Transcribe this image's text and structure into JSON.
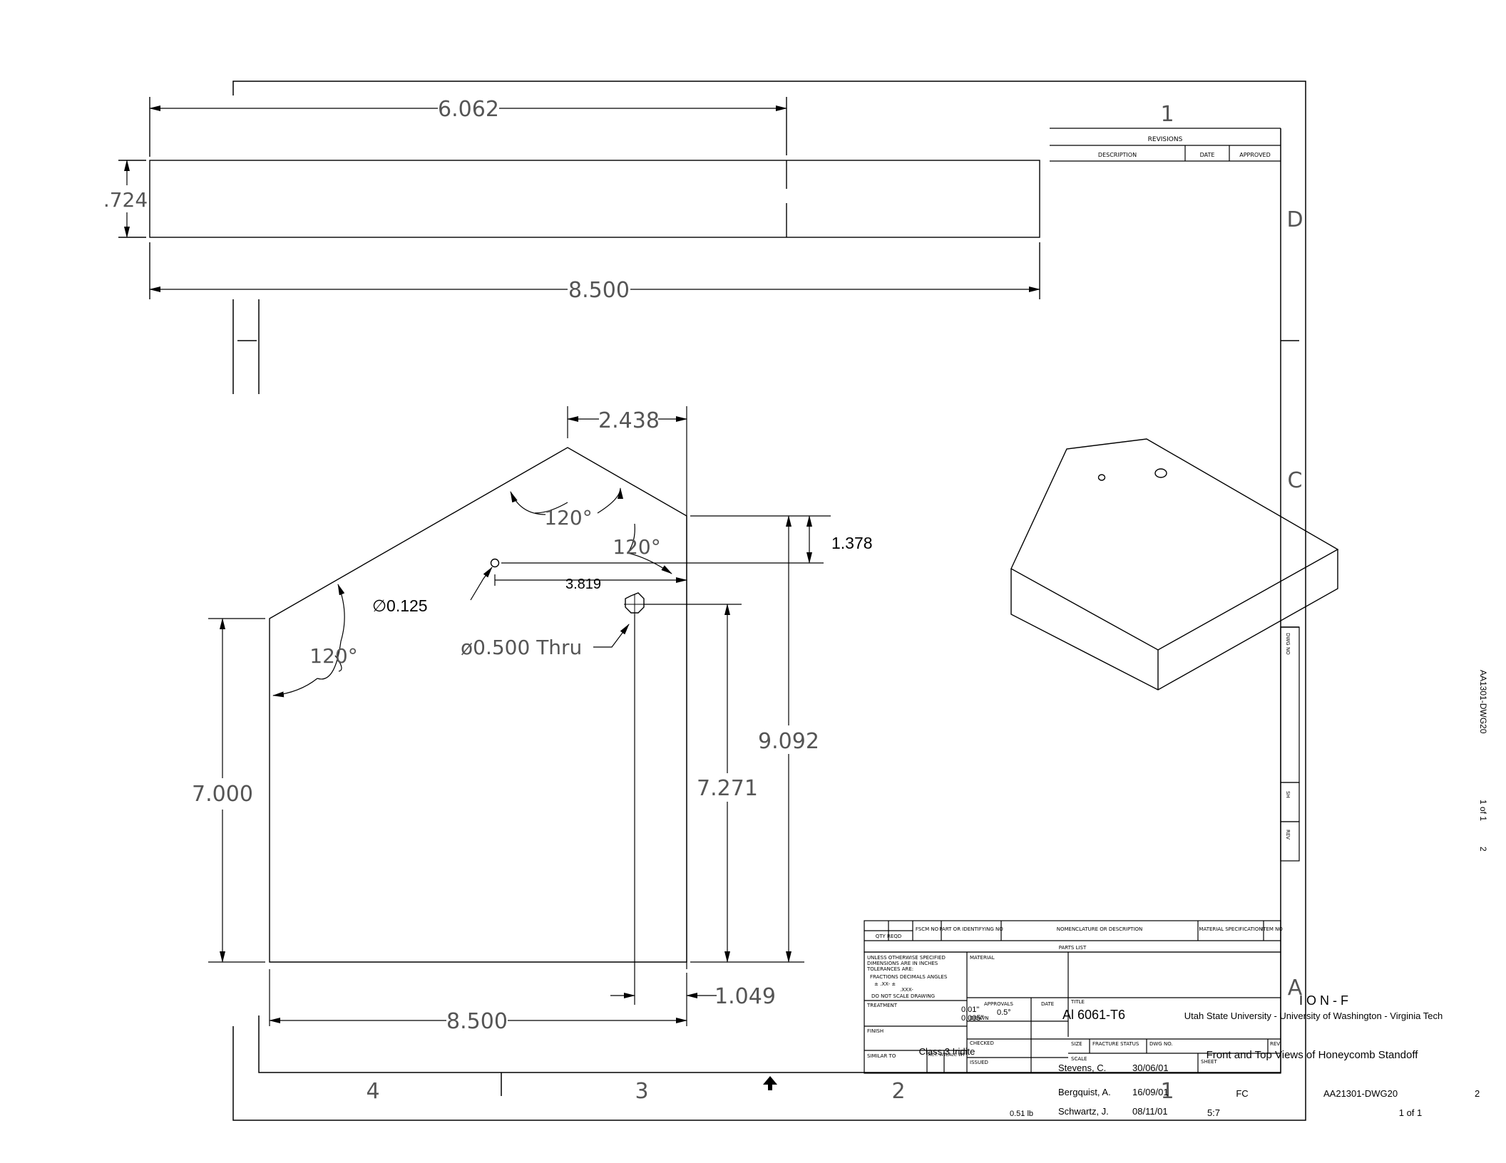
{
  "dimensions": {
    "top_width_partial": "6.062",
    "top_height": ".724",
    "top_width_total": "8.500",
    "apex_offset": "2.438",
    "angle_apex": "120°",
    "angle_right": "120°",
    "angle_left": "120°",
    "shoulder_drop": "1.378",
    "small_hole_x": "3.819",
    "small_hole_dia": "∅0.125",
    "big_hole_note": "ø0.500 Thru",
    "side_height": "7.000",
    "big_hole_height": "7.271",
    "total_height": "9.092",
    "bottom_width": "8.500",
    "big_hole_offset": "1.049"
  },
  "border": {
    "zone_top": "1",
    "zones_bottom": [
      "4",
      "3",
      "2",
      "1"
    ],
    "rows_right": [
      "D",
      "C",
      "A"
    ]
  },
  "revisions": {
    "title": "REVISIONS",
    "col_description": "DESCRIPTION",
    "col_date": "DATE",
    "col_approved": "APPROVED"
  },
  "side_strip": {
    "dwg_no_label": "DWG NO",
    "sh_label": "SH",
    "rev_label": "REV",
    "dwg_no": "AA1301-DWG20",
    "sheet": "1 of 1",
    "rev": "2"
  },
  "parts_list": {
    "col_qty": "QTY REQD",
    "col_fscm": "FSCM NO",
    "col_part": "PART OR IDENTIFYING NO",
    "col_nomenclature": "NOMENCLATURE OR DESCRIPTION",
    "col_material": "MATERIAL SPECIFICATION",
    "col_item": "ITEM NO",
    "title": "PARTS LIST"
  },
  "title_block": {
    "notes_line1": "UNLESS OTHERWISE SPECIFIED",
    "notes_line2": "DIMENSIONS ARE IN INCHES",
    "notes_line3": "TOLERANCES ARE:",
    "notes_line4": "FRACTIONS  DECIMALS  ANGLES",
    "notes_line5": "±          .XX-          ±",
    "notes_line6": ".XXX-",
    "notes_line7": "DO NOT SCALE DRAWING",
    "material_label": "MATERIAL",
    "treatment_label": "TREATMENT",
    "finish_label": "FINISH",
    "similar_to_label": "SIMILAR TO",
    "act_wt_label": "ACT. WT.",
    "calc_wt_label": "CALC WT",
    "approvals_label": "APPROVALS",
    "date_label": "DATE",
    "drawn_label": "DRAWN",
    "checked_label": "CHECKED",
    "issued_label": "ISSUED",
    "title_label": "TITLE",
    "size_label": "SIZE",
    "fracture_label": "FRACTURE STATUS",
    "dwg_no_label": "DWG NO.",
    "rev_label": "REV",
    "scale_label": "SCALE",
    "sheet_label": "SHEET",
    "tol_decimal": "0.01\"",
    "tol_decimal3": "0.005\"",
    "tol_angle": "0.5°",
    "material_value": "Al 6061-T6",
    "org_line": "Utah State University - University of Washington - Virginia Tech",
    "program_fragment": "I O N - F",
    "finish_value": "Class 3 Iridite",
    "drawing_title": "Front and Top Views of Honeycomb Standoff",
    "drawn_name": "Stevens, C.",
    "drawn_date": "30/06/01",
    "checked_name": "Bergquist, A.",
    "checked_date": "16/09/01",
    "issued_name": "Schwartz, J.",
    "issued_date": "08/11/01",
    "size_value": "FC",
    "dwg_no": "AA21301-DWG20",
    "rev": "2",
    "weight": "0.51 lb",
    "scale_value": "5:7",
    "sheet_value": "1 of 1"
  }
}
